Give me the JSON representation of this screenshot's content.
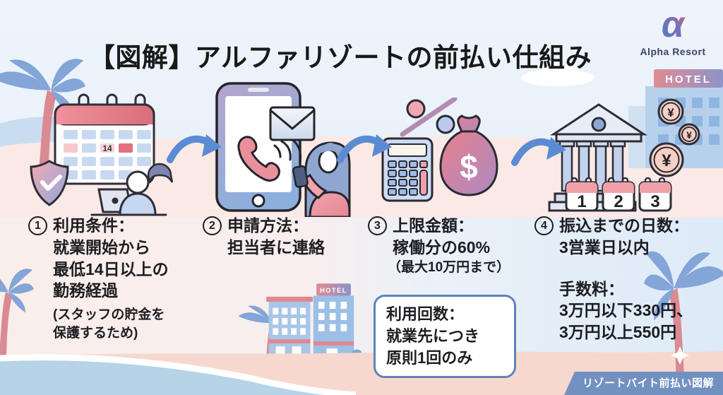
{
  "header": {
    "title": "【図解】アルファリゾートの前払い仕組み"
  },
  "logo": {
    "symbol": "α",
    "name": "Alpha Resort"
  },
  "steps": [
    {
      "number": "1",
      "heading": "利用条件：",
      "lines": [
        "就業開始から",
        "最低14日以上の",
        "勤務経過"
      ],
      "note_lines": [
        "(スタッフの貯金を",
        "保護するため)"
      ]
    },
    {
      "number": "2",
      "heading": "申請方法：",
      "lines": [
        "担当者に連絡"
      ]
    },
    {
      "number": "3",
      "heading": "上限金額：",
      "lines": [
        "稼働分の60%"
      ],
      "note_lines": [
        "（最大10万円まで）"
      ],
      "callout_lines": [
        "利用回数：",
        "就業先につき",
        "原則1回のみ"
      ]
    },
    {
      "number": "4",
      "heading": "振込までの日数：",
      "lines": [
        "3営業日以内"
      ],
      "fee_heading": "手数料：",
      "fee_lines": [
        "3万円以下330円、",
        "3万円以上550円"
      ]
    }
  ],
  "illustrations": {
    "calendar_day": "14",
    "bag_symbol": "$",
    "coin_symbol": "¥",
    "transfer_days": [
      "1",
      "2",
      "3"
    ],
    "hotel_sign": "HOTEL",
    "icons": [
      "calendar-icon",
      "shield-check-icon",
      "person-laptop-icon",
      "smartphone-icon",
      "phone-call-icon",
      "mail-icon",
      "person-phone-icon",
      "percent-icon",
      "calculator-icon",
      "money-bag-icon",
      "bank-icon",
      "yen-coins-icon",
      "calendar-days-icon",
      "palm-tree-icon",
      "hotel-icon",
      "flow-arrow-icon"
    ]
  },
  "footer": {
    "tag": "リゾートバイト前払い図解"
  },
  "colors": {
    "arrow_blue": "#5B8CD3",
    "callout_border": "#5D83BD",
    "tag_bg": "#7391C0",
    "sand_pink": "#FBE9E6",
    "sky_blue": "#EDF3FA",
    "water_blue": "#B6D3E8",
    "accent_pink": "#E8808E",
    "accent_blue": "#8CAFDD"
  }
}
